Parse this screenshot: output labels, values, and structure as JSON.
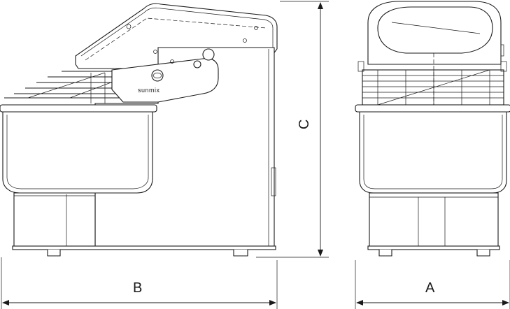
{
  "drawing": {
    "dimensions": {
      "width_label": "A",
      "depth_label": "B",
      "height_label": "C"
    },
    "brand_logo_text": "sunmix"
  }
}
